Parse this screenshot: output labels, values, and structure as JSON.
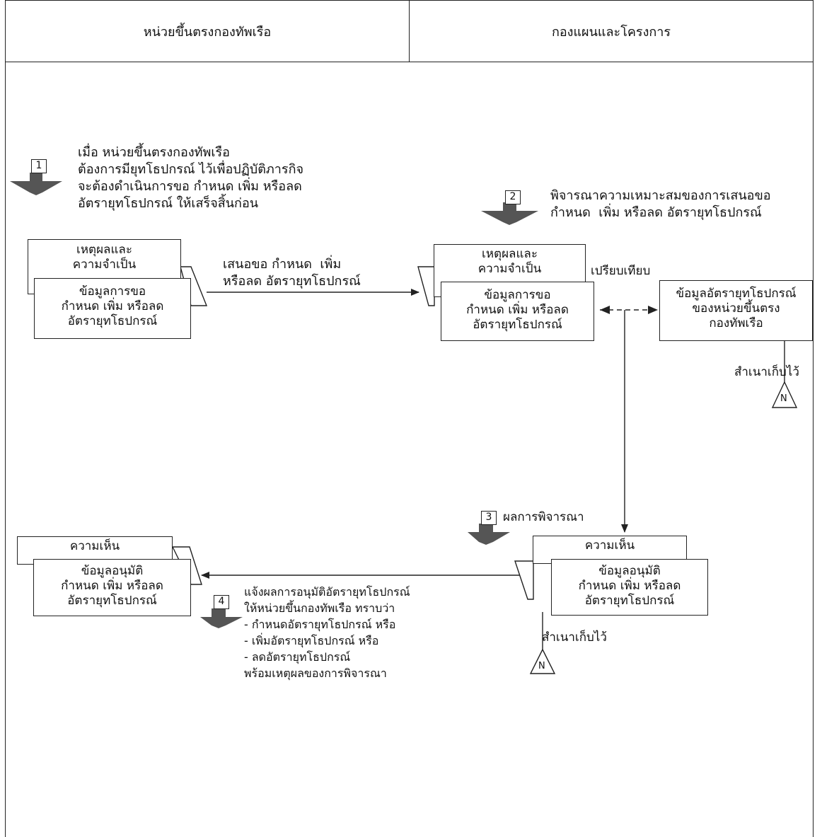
{
  "header": {
    "lane_left": "หน่วยขึ้นตรงกองทัพเรือ",
    "lane_right": "กองแผนและโครงการ"
  },
  "steps": {
    "step1": {
      "number": "1",
      "text": "เมื่อ หน่วยขึ้นตรงกองทัพเรือ\nต้องการมียุทโธปกรณ์ ไว้เพื่อปฏิบัติภารกิจ\nจะต้องดำเนินการขอ กำหนด เพิ่ม หรือลด\nอัตรายุทโธปกรณ์ ให้เสร็จสิ้นก่อน"
    },
    "step2": {
      "number": "2",
      "text": "พิจารณาความเหมาะสมของการเสนอขอ\nกำหนด  เพิ่ม หรือลด อัตรายุทโธปกรณ์"
    },
    "step3": {
      "number": "3",
      "text": "ผลการพิจารณา"
    },
    "step4": {
      "number": "4",
      "text": "แจ้งผลการอนุมัติอัตรายุทโธปกรณ์\nให้หน่วยขึ้นกองทัพเรือ ทราบว่า\n- กำหนดอัตรายุทโธปกรณ์ หรือ\n- เพิ่มอัตรายุทโธปกรณ์ หรือ\n- ลดอัตรายุทโธปกรณ์\nพร้อมเหตุผลของการพิจารณา"
    }
  },
  "documents": {
    "left_request_back": "เหตุผลและ\nความจำเป็น",
    "left_request_front": "ข้อมูลการขอ\nกำหนด เพิ่ม หรือลด\nอัตรายุทโธปกรณ์",
    "right_request_back": "เหตุผลและ\nความจำเป็น",
    "right_request_front": "ข้อมูลการขอ\nกำหนด เพิ่ม หรือลด\nอัตรายุทโธปกรณ์",
    "unit_rate_data": "ข้อมูลอัตรายุทโธปกรณ์\nของหน่วยขึ้นตรง\nกองทัพเรือ",
    "right_result_back": "ความเห็น",
    "right_result_front": "ข้อมูลอนุมัติ\nกำหนด เพิ่ม หรือลด\nอัตรายุทโธปกรณ์",
    "left_result_back": "ความเห็น",
    "left_result_front": "ข้อมูลอนุมัติ\nกำหนด เพิ่ม หรือลด\nอัตรายุทโธปกรณ์"
  },
  "flow_labels": {
    "propose": "เสนอขอ กำหนด  เพิ่ม\nหรือลด อัตรายุทโธปกรณ์",
    "compare": "เปรียบเทียบ",
    "copy_keep_1": "สำเนาเก็บไว้",
    "copy_keep_2": "สำเนาเก็บไว้",
    "file_symbol": "N"
  }
}
